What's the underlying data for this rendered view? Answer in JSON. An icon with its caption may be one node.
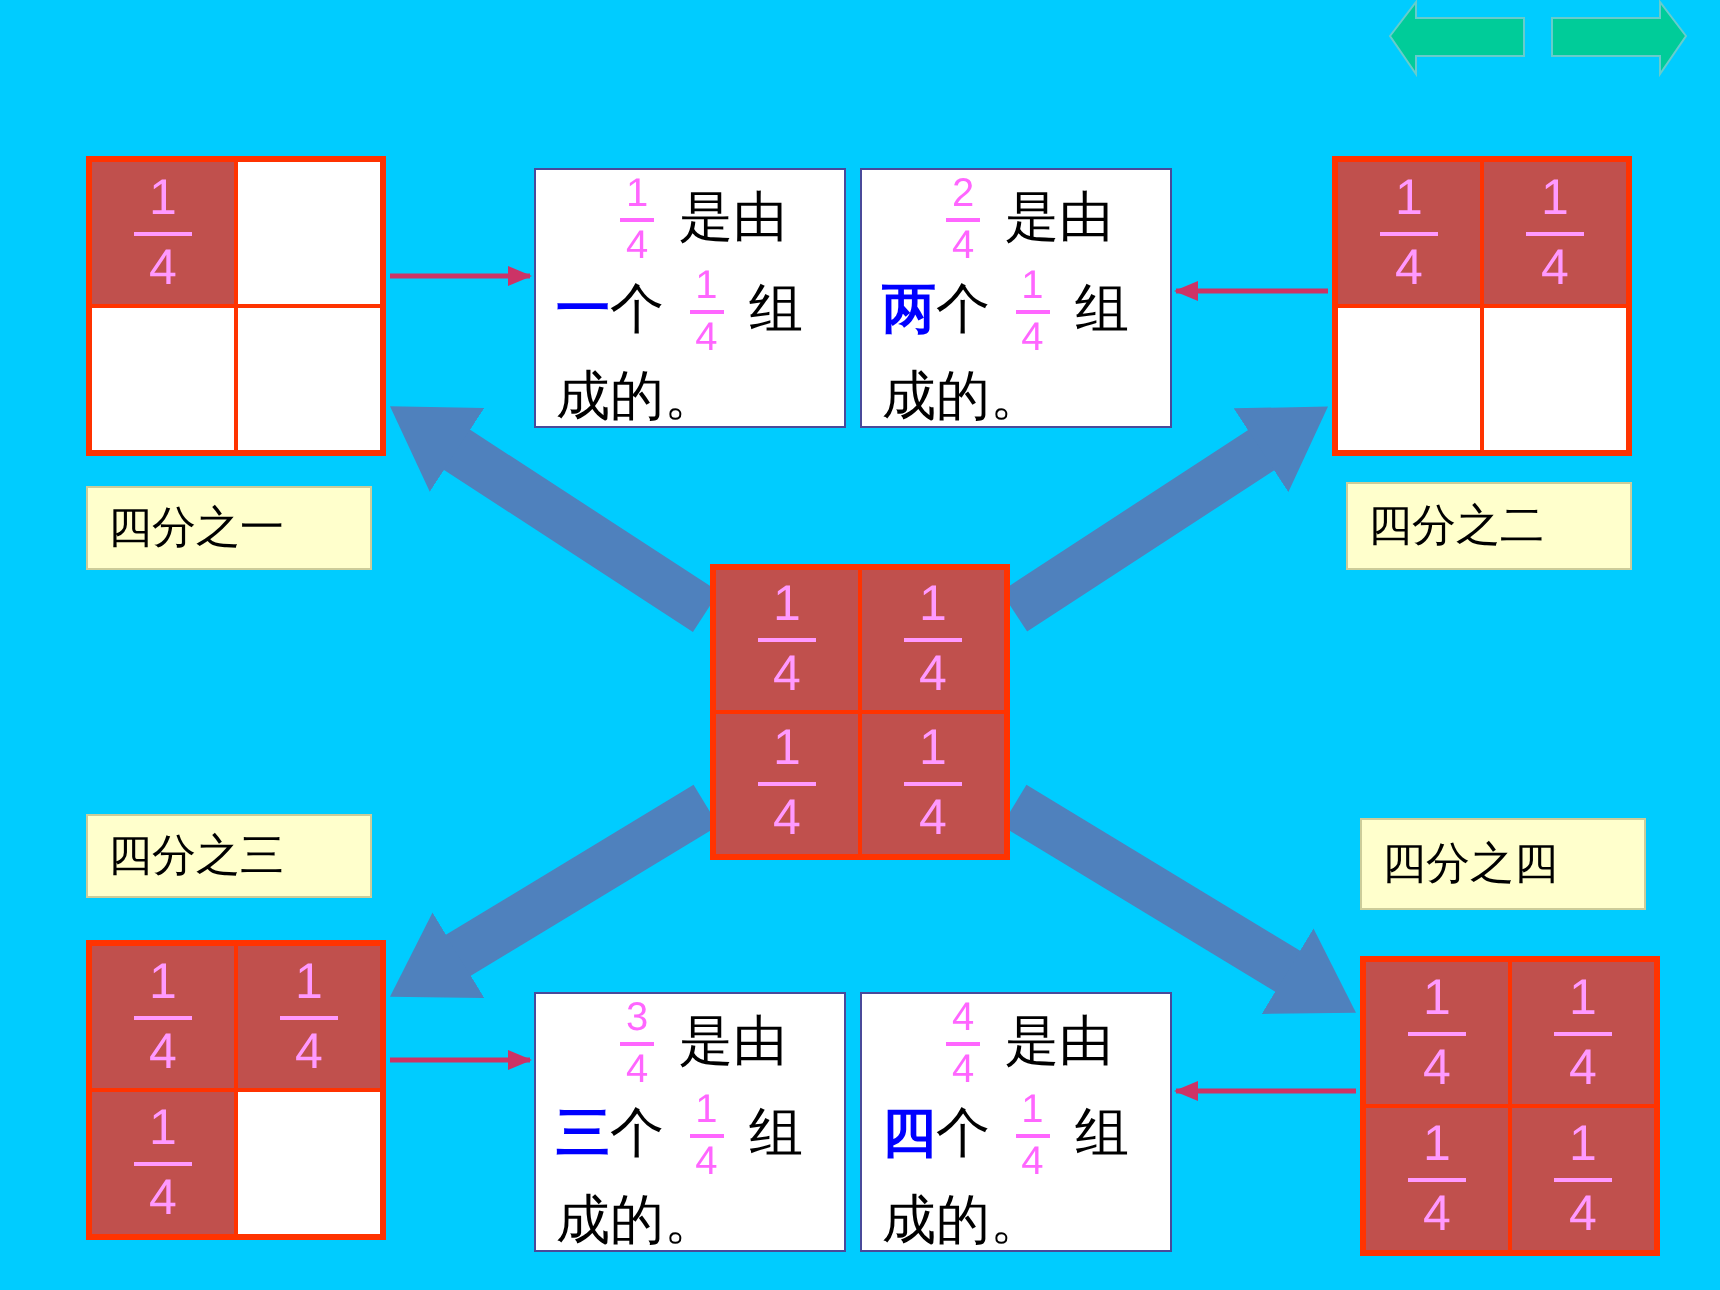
{
  "diagram": {
    "nodes": [
      {
        "text": [],
        "shape": "box"
      },
      {
        "text": [
          "1 4"
        ],
        "in": 0
      },
      {
        "text": [],
        "shape": "box",
        "in": 0
      },
      {
        "text": [],
        "shape": "box",
        "in": 0
      },
      {
        "text": [],
        "shape": "box",
        "in": 0
      },
      {
        "text": [
          "1 4 是由**一**个 1 4 组成的。"
        ]
      },
      {
        "text": [
          "2 4 是由**两**个 1 4 组成的。"
        ]
      },
      {
        "text": [],
        "shape": "box"
      },
      {
        "text": [
          "1 4"
        ],
        "in": 7
      },
      {
        "text": [
          "1 4"
        ],
        "in": 7
      },
      {
        "text": [],
        "shape": "box",
        "in": 7
      },
      {
        "text": [],
        "shape": "box",
        "in": 7
      },
      {
        "text": [
          "四分之一"
        ]
      },
      {
        "text": [
          "四分之二"
        ]
      },
      {
        "text": [],
        "shape": "box"
      },
      {
        "text": [
          "1 4"
        ],
        "in": 14
      },
      {
        "text": [
          "1 4"
        ],
        "in": 14
      },
      {
        "text": [
          "1 4"
        ],
        "in": 14
      },
      {
        "text": [
          "1 4"
        ],
        "in": 14
      },
      {
        "text": [
          "四分之三"
        ]
      },
      {
        "text": [
          "四分之四"
        ]
      },
      {
        "text": [],
        "shape": "box"
      },
      {
        "text": [
          "1 4"
        ],
        "in": 21
      },
      {
        "text": [
          "1 4"
        ],
        "in": 21
      },
      {
        "text": [
          "1 4"
        ],
        "in": 21
      },
      {
        "text": [],
        "shape": "box",
        "in": 21
      },
      {
        "text": [
          "3 4 是由**三**个 1 4 组成的。"
        ]
      },
      {
        "text": [
          "4 4 是由**四**个 1 4 组成的。"
        ]
      },
      {
        "text": [],
        "shape": "box"
      },
      {
        "text": [
          "1 4"
        ],
        "in": 28
      },
      {
        "text": [
          "1 4"
        ],
        "in": 28
      },
      {
        "text": [
          "1 4"
        ],
        "in": 28
      },
      {
        "text": [
          "1 4"
        ],
        "in": 28
      }
    ],
    "edges": [
      {
        "from": 14,
        "to": 0,
        "arrow": "to",
        "style": "thick",
        "color": "#4f81bd"
      },
      {
        "from": 14,
        "to": 7,
        "arrow": "to",
        "style": "thick",
        "color": "#4f81bd"
      },
      {
        "from": 14,
        "to": 21,
        "arrow": "to",
        "style": "thick",
        "color": "#4f81bd"
      },
      {
        "from": 14,
        "to": 28,
        "arrow": "to",
        "style": "thick",
        "color": "#4f81bd"
      },
      {
        "from": 0,
        "to": 5,
        "arrow": "to",
        "color": "#cc3366"
      },
      {
        "from": 7,
        "to": 6,
        "arrow": "to",
        "color": "#cc3366"
      },
      {
        "from": 21,
        "to": 26,
        "arrow": "to",
        "color": "#cc3366"
      },
      {
        "from": 28,
        "to": 27,
        "arrow": "to",
        "color": "#cc3366"
      }
    ]
  }
}
